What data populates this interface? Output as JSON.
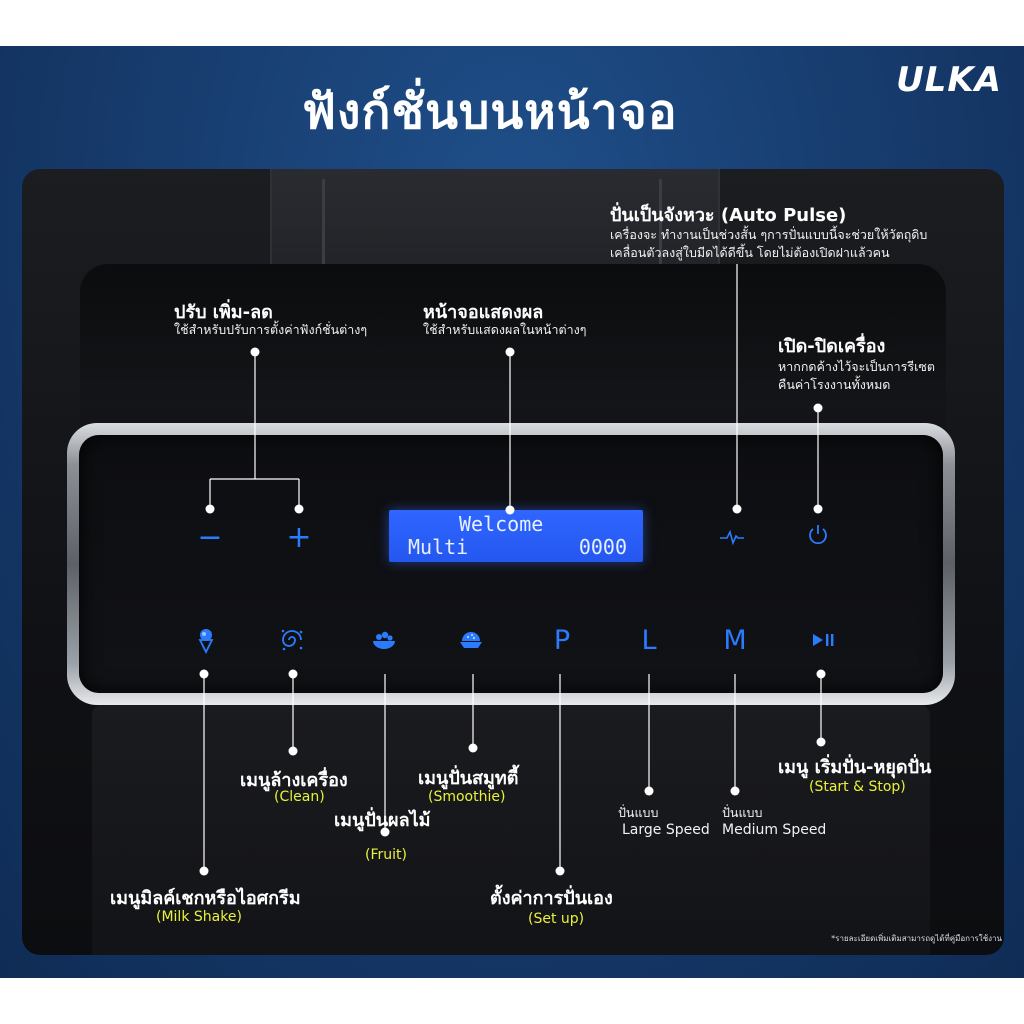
{
  "header": {
    "title": "ฟังก์ชั่นบนหน้าจอ",
    "brand": "ULKA"
  },
  "display": {
    "line1": "Welcome",
    "line2_left": "Multi",
    "line2_right": "0000"
  },
  "buttons": {
    "minus": "−",
    "plus": "+",
    "program": "P",
    "large": "L",
    "medium": "M"
  },
  "icons": {
    "pulse": "pulse-wave-icon",
    "power": "power-icon",
    "milkshake": "ice-cream-cone-icon",
    "clean": "swirl-icon",
    "fruit": "fruit-bowl-icon",
    "smoothie": "smoothie-cup-icon",
    "start_stop": "play-pause-icon"
  },
  "annotations": {
    "adjust": {
      "title": "ปรับ เพิ่ม-ลด",
      "desc": "ใช้สำหรับปรับการตั้งค่าฟังก์ชั่นต่างๆ"
    },
    "screen": {
      "title": "หน้าจอแสดงผล",
      "desc": "ใช้สำหรับแสดงผลในหน้าต่างๆ"
    },
    "auto_pulse": {
      "title": "ปั่นเป็นจังหวะ (Auto Pulse)",
      "desc1": "เครื่องจะ ทำงานเป็นช่วงสั้น ๆการปั่นแบบนี้จะช่วยให้วัตถุดิบ",
      "desc2": "เคลื่อนตัวลงสู่ใบมีดได้ดีขึ้น โดยไม่ต้องเปิดฝาแล้วคน"
    },
    "power": {
      "title": "เปิด-ปิดเครื่อง",
      "desc1": "หากกดค้างไว้จะเป็นการรีเซต",
      "desc2": "คืนค่าโรงงานทั้งหมด"
    },
    "clean": {
      "th": "เมนูล้างเครื่อง",
      "en": "(Clean)"
    },
    "smoothie": {
      "th": "เมนูปั่นสมูทตี้",
      "en": "(Smoothie)"
    },
    "fruit": {
      "th": "เมนูปั่นผลไม้",
      "en": "(Fruit)"
    },
    "start_stop": {
      "th": "เมนู เริ่มปั่น-หยุดปั่น",
      "en": "(Start & Stop)"
    },
    "large": {
      "th": "ปั่นแบบ",
      "en": "Large Speed"
    },
    "medium": {
      "th": "ปั่นแบบ",
      "en": "Medium Speed"
    },
    "milkshake": {
      "th": "เมนูมิลค์เชกหรือไอศกรีม",
      "en": "(Milk Shake)"
    },
    "setup": {
      "th": "ตั้งค่าการปั่นเอง",
      "en": "(Set up)"
    }
  },
  "footnote": "*รายละเอียดเพิ่มเติมสามารถดูได้ที่คู่มือการใช้งาน",
  "colors": {
    "background": "#163a6b",
    "accent": "#2b7bff",
    "highlight": "#e9f23a",
    "lcd": "#2457f0"
  }
}
